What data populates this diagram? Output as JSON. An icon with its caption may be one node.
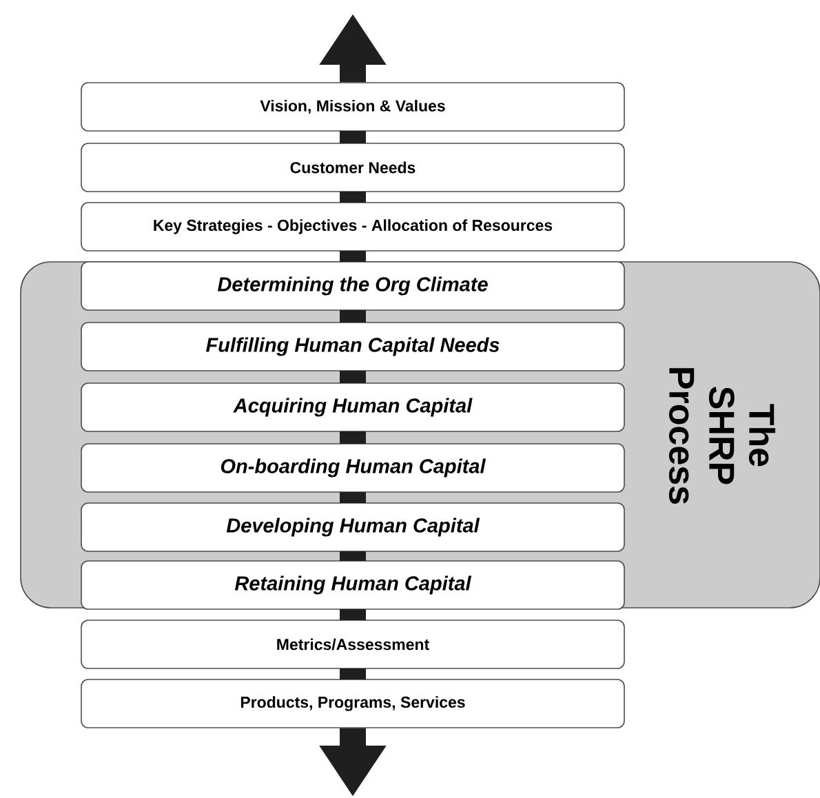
{
  "diagram": {
    "nodes": [
      {
        "text": [
          "The SHRP Process"
        ]
      },
      {
        "text": [
          "Vision, Mission & Values"
        ]
      },
      {
        "text": [
          "Customer Needs"
        ]
      },
      {
        "text": [
          "Key Strategies - Objectives - Allocation of Resources"
        ]
      },
      {
        "text": [
          "Determining the Org Climate"
        ],
        "in": 0
      },
      {
        "text": [
          "Fulfilling Human Capital Needs"
        ],
        "in": 0
      },
      {
        "text": [
          "Acquiring Human Capital"
        ],
        "in": 0
      },
      {
        "text": [
          "On-boarding Human Capital"
        ],
        "in": 0
      },
      {
        "text": [
          "Developing Human Capital"
        ],
        "in": 0
      },
      {
        "text": [
          "Retaining Human Capital"
        ],
        "in": 0
      },
      {
        "text": [
          "Metrics/Assessment"
        ]
      },
      {
        "text": [
          "Products, Programs, Services"
        ]
      }
    ],
    "edges": [
      {
        "from": 1,
        "to": null,
        "arrow": "to"
      },
      {
        "from": 1,
        "to": 2,
        "arrow": "none"
      },
      {
        "from": 2,
        "to": 3,
        "arrow": "none"
      },
      {
        "from": 3,
        "to": 4,
        "arrow": "none"
      },
      {
        "from": 4,
        "to": 5,
        "arrow": "none"
      },
      {
        "from": 5,
        "to": 6,
        "arrow": "none"
      },
      {
        "from": 6,
        "to": 7,
        "arrow": "none"
      },
      {
        "from": 7,
        "to": 8,
        "arrow": "none"
      },
      {
        "from": 8,
        "to": 9,
        "arrow": "none"
      },
      {
        "from": 9,
        "to": 10,
        "arrow": "none"
      },
      {
        "from": 10,
        "to": 11,
        "arrow": "none"
      },
      {
        "from": 11,
        "to": null,
        "arrow": "to"
      }
    ]
  }
}
